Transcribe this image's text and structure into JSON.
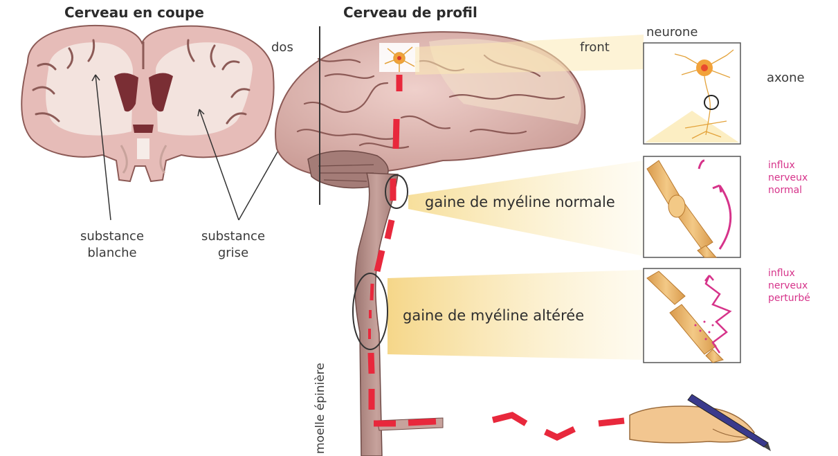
{
  "labels": {
    "coronal_title": "Cerveau en coupe",
    "profile_title": "Cerveau de profil",
    "dos": "dos",
    "front": "front",
    "neurone": "neurone",
    "axone": "axone",
    "substance_blanche_1": "substance",
    "substance_blanche_2": "blanche",
    "substance_grise_1": "substance",
    "substance_grise_2": "grise",
    "gaine_normale": "gaine de myéline normale",
    "gaine_alteree": "gaine de myéline altérée",
    "influx_normal_1": "influx",
    "influx_normal_2": "nerveux",
    "influx_normal_3": "normal",
    "influx_perturbe_1": "influx",
    "influx_perturbe_2": "nerveux",
    "influx_perturbe_3": "perturbé",
    "moelle": "moelle épinière"
  },
  "colors": {
    "brain_pink": "#e8c3bf",
    "brain_dark": "#8c5a56",
    "cortex_inner": "#f4e6e0",
    "spinal_cord": "#b28c86",
    "signal_red": "#e8283c",
    "highlight_yellow": "#fbeab4",
    "myelin_tan": "#e8b467",
    "influx_pink": "#d6338a",
    "neuron_orange": "#f2a23a"
  }
}
